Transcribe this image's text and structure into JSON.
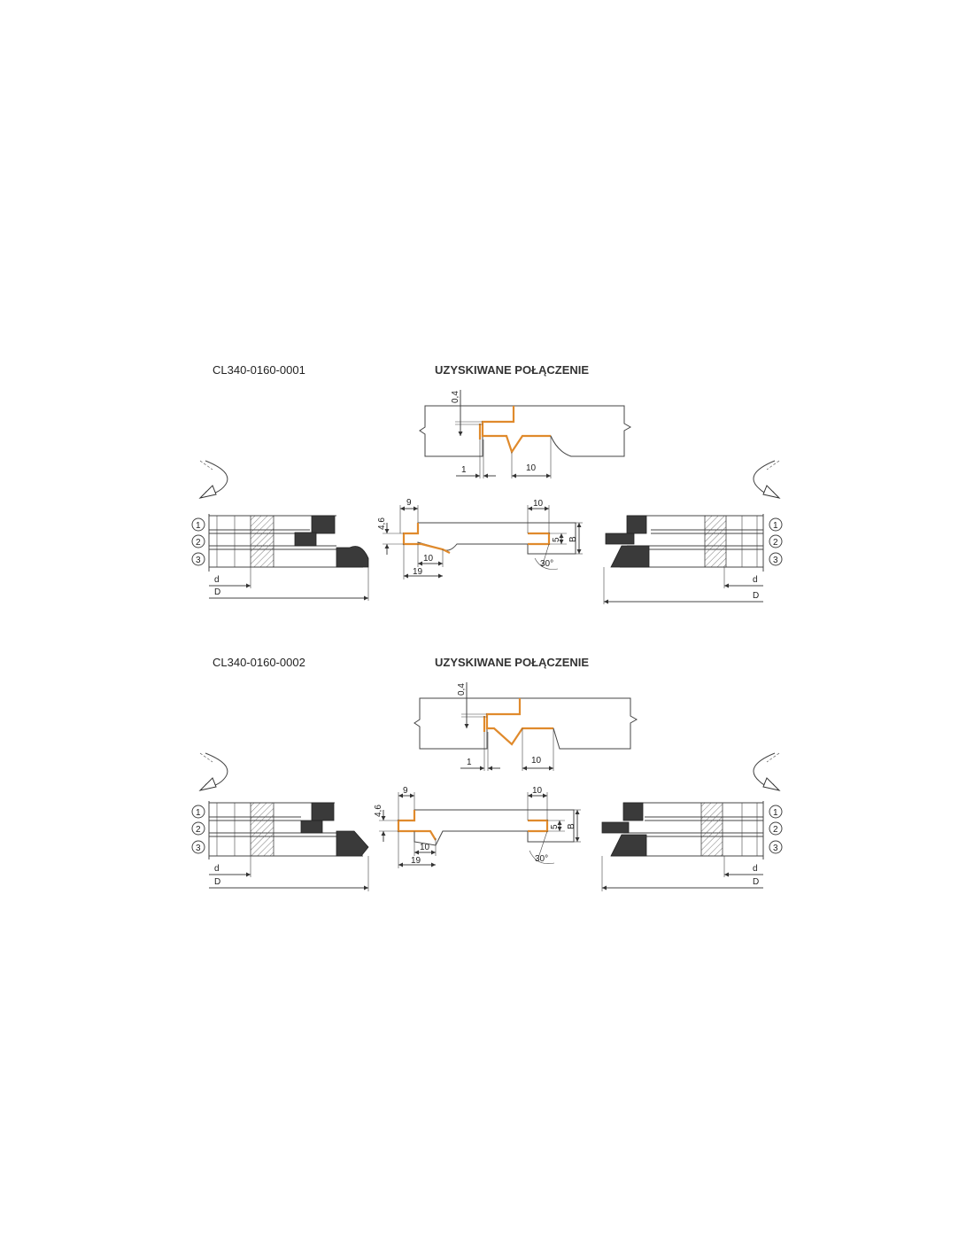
{
  "sets": [
    {
      "code": "CL340-0160-0001",
      "title": "UZYSKIWANE POŁĄCZENIE",
      "joint": {
        "dim_gap": "0,4",
        "dim_offset": "1",
        "dim_width": "10"
      },
      "profile": {
        "dim_top_left": "9",
        "dim_height": "4,6",
        "dim_inner": "10",
        "dim_total": "19",
        "dim_top_right": "10",
        "dim_depth": "5",
        "dim_b": "B",
        "angle": "30°"
      },
      "left_tool": {
        "labels": [
          "1",
          "2",
          "3"
        ],
        "d": "d",
        "D": "D"
      },
      "right_tool": {
        "labels": [
          "1",
          "2",
          "3"
        ],
        "d": "d",
        "D": "D"
      }
    },
    {
      "code": "CL340-0160-0002",
      "title": "UZYSKIWANE POŁĄCZENIE",
      "joint": {
        "dim_gap": "0,4",
        "dim_offset": "1",
        "dim_width": "10"
      },
      "profile": {
        "dim_top_left": "9",
        "dim_height": "4,6",
        "dim_inner": "10",
        "dim_total": "19",
        "dim_top_right": "10",
        "dim_depth": "5",
        "dim_b": "B",
        "angle": "30°"
      },
      "left_tool": {
        "labels": [
          "1",
          "2",
          "3"
        ],
        "d": "d",
        "D": "D"
      },
      "right_tool": {
        "labels": [
          "1",
          "2",
          "3"
        ],
        "d": "d",
        "D": "D"
      }
    }
  ],
  "colors": {
    "accent": "#e08a2c",
    "line": "#444444",
    "insert": "#3a3a3a"
  }
}
